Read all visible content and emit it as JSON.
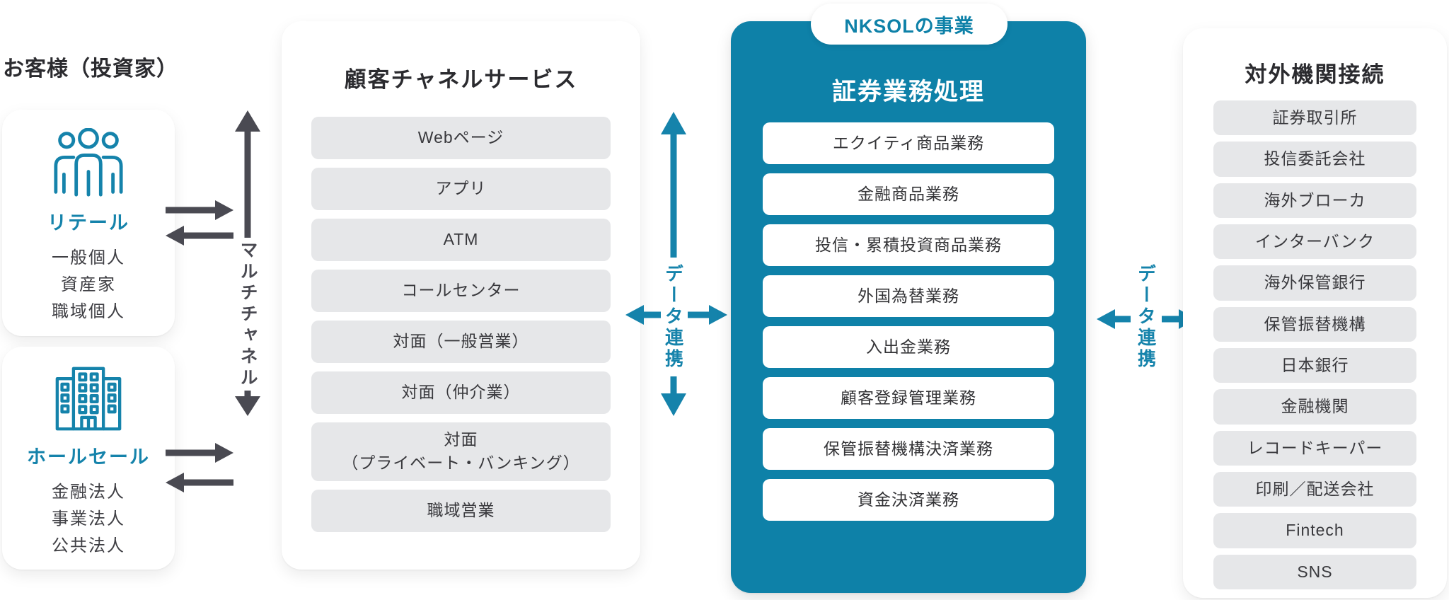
{
  "colors": {
    "teal": "#0e81a8",
    "teal_arrow": "#1583ab",
    "dark_arrow": "#4a4a52",
    "pill_gray": "#e6e7e9",
    "card_white": "#ffffff"
  },
  "icons": {
    "retail": "people-icon",
    "wholesale": "building-icon"
  },
  "customers": {
    "heading": "お客様（投資家）",
    "retail": {
      "label": "リテール",
      "members": [
        "一般個人",
        "資産家",
        "職域個人"
      ]
    },
    "wholesale": {
      "label": "ホールセール",
      "members": [
        "金融法人",
        "事業法人",
        "公共法人"
      ]
    }
  },
  "multichannel": {
    "label": "マルチチャネル"
  },
  "channel_services": {
    "title": "顧客チャネルサービス",
    "items": [
      "Webページ",
      "アプリ",
      "ATM",
      "コールセンター",
      "対面（一般営業）",
      "対面（仲介業）",
      "対面\n（プライベート・バンキング）",
      "職域営業"
    ]
  },
  "data_link": {
    "left_label": "データ連携",
    "right_label": "データ連携"
  },
  "nksol": {
    "badge": "NKSOLの事業",
    "title": "証券業務処理",
    "items": [
      "エクイティ商品業務",
      "金融商品業務",
      "投信・累積投資商品業務",
      "外国為替業務",
      "入出金業務",
      "顧客登録管理業務",
      "保管振替機構決済業務",
      "資金決済業務"
    ]
  },
  "external": {
    "title": "対外機関接続",
    "items": [
      "証券取引所",
      "投信委託会社",
      "海外ブローカ",
      "インターバンク",
      "海外保管銀行",
      "保管振替機構",
      "日本銀行",
      "金融機関",
      "レコードキーパー",
      "印刷／配送会社",
      "Fintech",
      "SNS"
    ]
  }
}
